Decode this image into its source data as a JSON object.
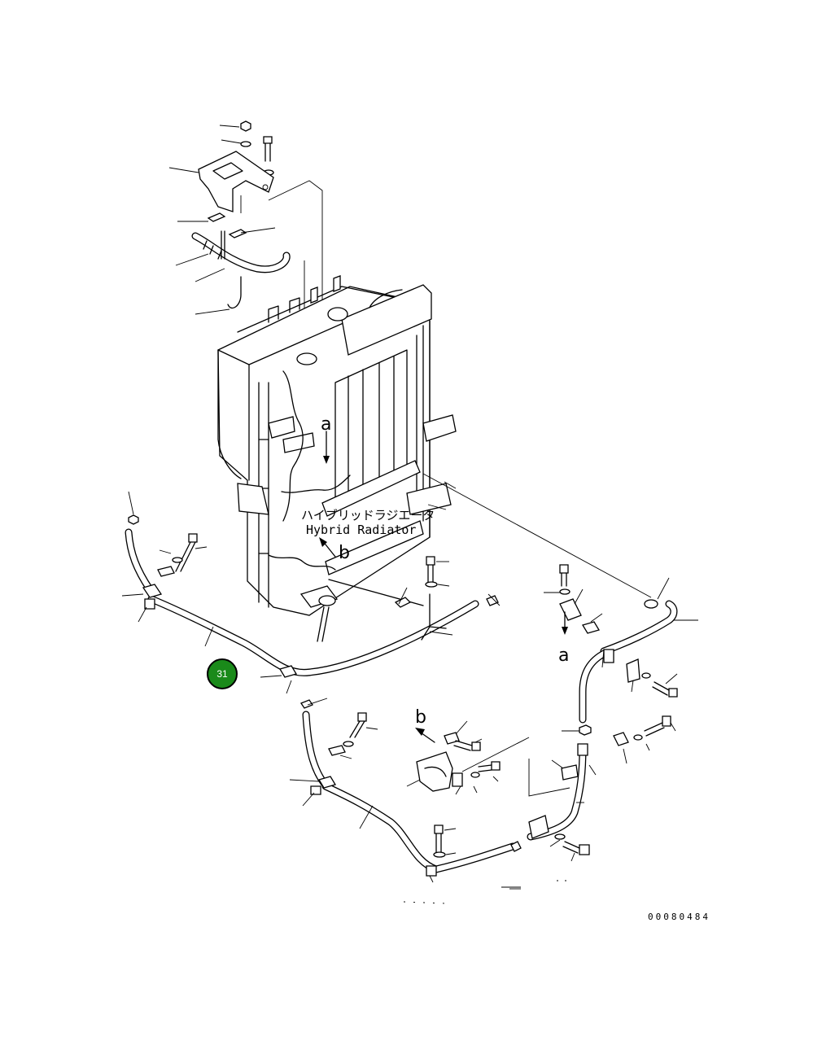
{
  "labels": {
    "jp_title": "ハイブリッドラジエータ",
    "en_title": "Hybrid Radiator",
    "view_a_top": "a",
    "view_a_right": "a",
    "view_b_mid": "b",
    "view_b_low": "b"
  },
  "badge": {
    "number": "31",
    "color": "#1a8a1a"
  },
  "drawing_code": "00080484"
}
